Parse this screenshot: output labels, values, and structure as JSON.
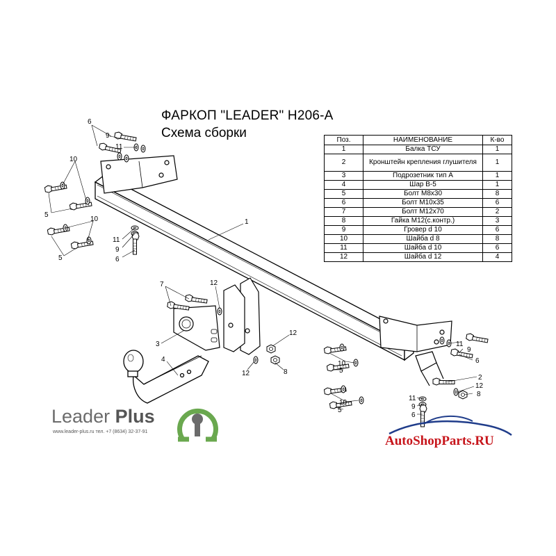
{
  "header": {
    "title": "ФАРКОП \"LEADER\" H206-A",
    "subtitle": "Схема сборки"
  },
  "table": {
    "headers": [
      "Поз.",
      "НАИМЕНОВАНИЕ",
      "К-во"
    ],
    "rows": [
      [
        "1",
        "Балка ТСУ",
        "1"
      ],
      [
        "2",
        "Кронштейн крепления глушителя",
        "1"
      ],
      [
        "3",
        "Подрозетник тип А",
        "1"
      ],
      [
        "4",
        "Шар В-5",
        "1"
      ],
      [
        "5",
        "Болт М8х30",
        "8"
      ],
      [
        "6",
        "Болт М10х35",
        "6"
      ],
      [
        "7",
        "Болт М12х70",
        "2"
      ],
      [
        "8",
        "Гайка М12(с.контр.)",
        "3"
      ],
      [
        "9",
        "Гровер d 10",
        "6"
      ],
      [
        "10",
        "Шайба d 8",
        "8"
      ],
      [
        "11",
        "Шайба d 10",
        "6"
      ],
      [
        "12",
        "Шайба d 12",
        "4"
      ]
    ]
  },
  "callouts": {
    "c1": "1",
    "c2": "2",
    "c3": "3",
    "c4": "4",
    "c5": "5",
    "c6": "6",
    "c7": "7",
    "c8": "8",
    "c9": "9",
    "c10": "10",
    "c11": "11",
    "c12": "12"
  },
  "logo": {
    "brand_light": "Leader",
    "brand_bold": "Plus",
    "contacts": "www.leader-plus.ru    тел. +7 (8634) 32-37-91"
  },
  "watermark": {
    "text": "AutoShopParts.RU"
  },
  "colors": {
    "logo_green": "#6aa84f",
    "watermark_red": "#c7161c",
    "logo_gray": "#6b6b6b"
  }
}
